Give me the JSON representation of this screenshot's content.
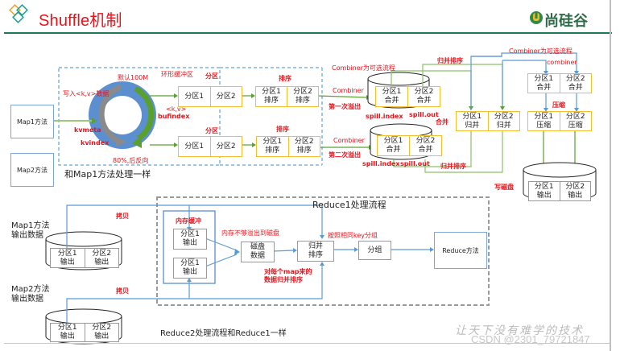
{
  "header": {
    "title": "Shuffle机制",
    "logo_text": "尚硅谷"
  },
  "map_stage": {
    "map1_label": "Map1方法",
    "map2_label": "Map2方法",
    "write_kv": "写入<k,v>数据",
    "default_size": "默认100M",
    "ring_buffer": "环形缓冲区",
    "kv_index_label": "<k,v>",
    "bufindex": "bufindex",
    "kvmeta": "kvmeta",
    "kvindex": "kvindex",
    "spill_threshold": "80%,后反向",
    "map2_same": "和Map1方法处理一样",
    "partition_label": "分区",
    "sort_label": "排序",
    "partition_cells": [
      "分区1",
      "分区2"
    ],
    "sort_cells": [
      "分区1\n排序",
      "分区2\n排序"
    ]
  },
  "spill_stage": {
    "combiner_optional": "Combiner为可选流程",
    "combiner": "Combiner",
    "first_spill": "第一次溢出",
    "second_spill": "第二次溢出",
    "spill_index": "spill.index",
    "spill_out": "spill.out",
    "merge_label": "合并",
    "merge_sort": "归并排序",
    "merge_cells": [
      "分区1\n合并",
      "分区2\n合并"
    ]
  },
  "merge_stage": {
    "merge_sort_top": "归并排序",
    "merge_sort_bottom": "归并排序",
    "combiner_optional": "Combiner为可选流程",
    "combiner_lower": "combiner",
    "compress": "压缩",
    "write_disk": "写磁盘",
    "merged_cells": [
      "分区1\n归并",
      "分区2\n归并"
    ],
    "combined_cells": [
      "分区1\n合并",
      "分区2\n合并"
    ],
    "compressed_cells": [
      "分区1\n压缩",
      "分区2\n压缩"
    ],
    "output_cells": [
      "分区1\n输出",
      "分区2\n输出"
    ]
  },
  "reduce_stage": {
    "title": "Reduce1处理流程",
    "map1_output": "Map1方法\n输出数据",
    "map2_output": "Map2方法\n输出数据",
    "copy1": "拷贝",
    "copy2": "拷贝",
    "map_output_cells": [
      "分区1\n输出",
      "分区2\n输出"
    ],
    "memory_buffer": "内存缓冲",
    "buffer_cells": [
      "分区1\n输出",
      "分区1\n输出"
    ],
    "spill_to_disk": "内存不够溢出到磁盘",
    "disk_data": "磁盘\n数据",
    "merge_sort": "归并\n排序",
    "per_map_merge": "对每个map来的\n数据归并排序",
    "group_by_key": "按照相同key分组",
    "group": "分组",
    "reduce_method": "Reduce方法",
    "reduce2_note": "Reduce2处理流程和Reduce1一样"
  },
  "footer": {
    "watermark": "让天下没有难学的技术",
    "csdn": "CSDN @2301_79721847"
  }
}
